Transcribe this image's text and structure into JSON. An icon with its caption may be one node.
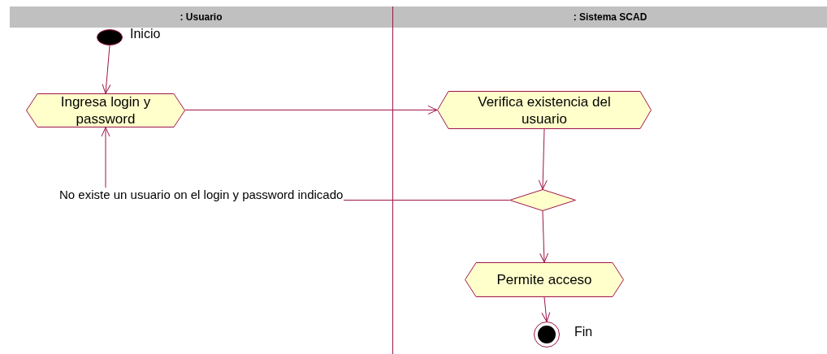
{
  "diagram": {
    "nodes": [
      {
        "text": [
          ": Usuario"
        ]
      },
      {
        "text": [
          ": Sistema SCAD"
        ]
      },
      {
        "text": [],
        "shape": "circle",
        "beside": [
          "Inicio"
        ],
        "in": 0
      },
      {
        "text": [
          "Ingresa login y password"
        ],
        "in": 0
      },
      {
        "text": [
          "Verifica existencia del usuario"
        ],
        "in": 1
      },
      {
        "text": [],
        "shape": "diamond",
        "in": 1
      },
      {
        "text": [
          "Permite acceso"
        ],
        "in": 1
      },
      {
        "text": [],
        "shape": "circle",
        "beside": [
          "Fin"
        ],
        "in": 1
      }
    ],
    "edges": [
      {
        "from": 2,
        "to": 3,
        "arrow": "to"
      },
      {
        "from": 3,
        "to": 4,
        "arrow": "to"
      },
      {
        "from": 4,
        "to": 5,
        "arrow": "to"
      },
      {
        "from": 5,
        "to": 3,
        "arrow": "to",
        "label": "No existe un usuario on el login y password indicado"
      },
      {
        "from": 5,
        "to": 6,
        "arrow": "to"
      },
      {
        "from": 6,
        "to": 7,
        "arrow": "to"
      }
    ]
  }
}
